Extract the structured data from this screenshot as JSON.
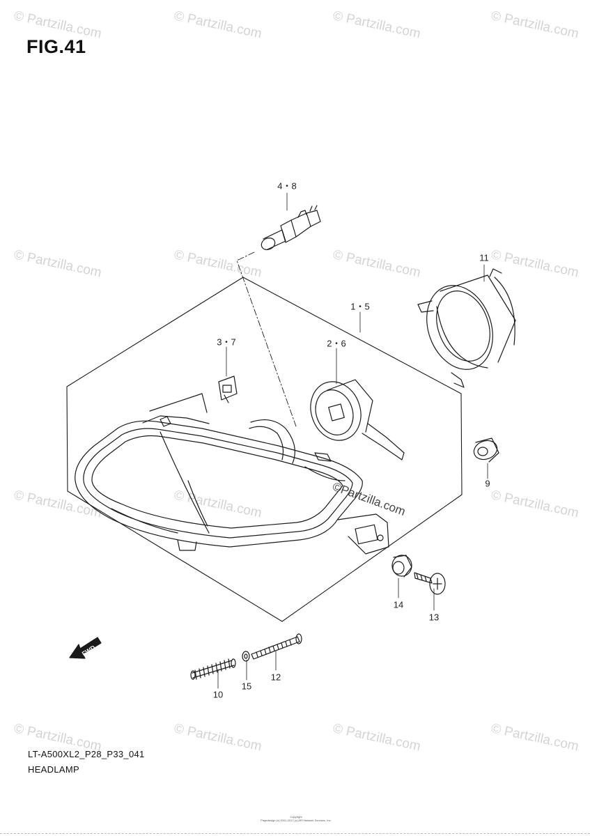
{
  "figure": {
    "title": "FIG.41",
    "model_code": "LT-A500XL2_P28_P33_041",
    "diagram_name": "HEADLAMP",
    "fwd_arrow_label": "FWD"
  },
  "callouts": [
    {
      "id": "4-8",
      "label": "4・8"
    },
    {
      "id": "11",
      "label": "11"
    },
    {
      "id": "1-5",
      "label": "1・5"
    },
    {
      "id": "3-7",
      "label": "3・7"
    },
    {
      "id": "2-6",
      "label": "2・6"
    },
    {
      "id": "9",
      "label": "9"
    },
    {
      "id": "14",
      "label": "14"
    },
    {
      "id": "13",
      "label": "13"
    },
    {
      "id": "10",
      "label": "10"
    },
    {
      "id": "15",
      "label": "15"
    },
    {
      "id": "12",
      "label": "12"
    }
  ],
  "watermark": {
    "text": "© Partzilla.com",
    "strong_text": "©Partzilla.com"
  },
  "copyright": {
    "line1": "Copyright",
    "line2": "Pagedesign (c) 2001-2017 (c) ARI Network Services, Inc."
  },
  "colors": {
    "line": "#1a1a1a",
    "watermark": "#d4d4d4",
    "background": "#ffffff"
  }
}
